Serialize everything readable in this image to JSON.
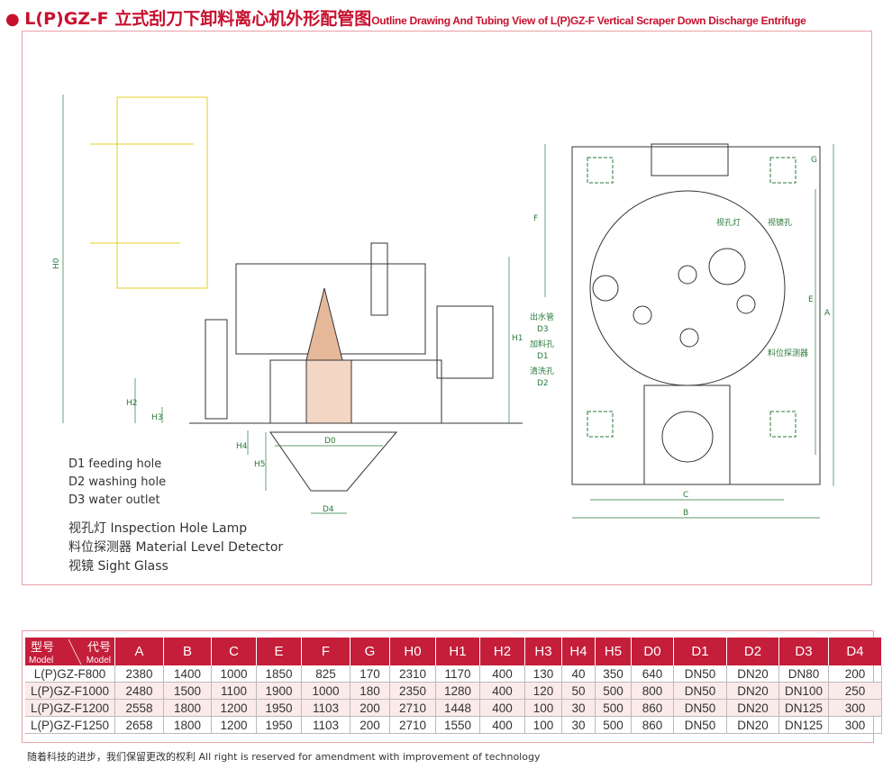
{
  "title": {
    "cn": "L(P)GZ-F 立式刮刀下卸料离心机外形配管图",
    "en": "Outline Drawing And Tubing View of L(P)GZ-F Vertical Scraper Down Discharge Entrifuge"
  },
  "drawing": {
    "dims": {
      "H0": "H0",
      "H1": "H1",
      "H2": "H2",
      "H3": "H3",
      "H4": "H4",
      "H5": "H5",
      "D0": "D0",
      "D4": "D4",
      "F": "F",
      "G": "G",
      "E": "E",
      "A": "A",
      "C": "C",
      "B": "B"
    },
    "callouts": {
      "lamp": "视孔灯",
      "sight": "视镜孔",
      "d3a": "出水管",
      "d3b": "D3",
      "d1a": "加料孔",
      "d1b": "D1",
      "d2a": "清洗孔",
      "d2b": "D2",
      "level": "料位探测器"
    }
  },
  "legend": [
    "D1 feeding hole",
    "D2 washing hole",
    "D3 water outlet",
    "视孔灯  Inspection Hole Lamp",
    "料位探测器  Material Level Detector",
    "视镜  Sight Glass"
  ],
  "table": {
    "model_cn": "型号",
    "code_cn": "代号",
    "model_en": "Model",
    "code_en": "Model",
    "headers": [
      "A",
      "B",
      "C",
      "E",
      "F",
      "G",
      "H0",
      "H1",
      "H2",
      "H3",
      "H4",
      "H5",
      "D0",
      "D1",
      "D2",
      "D3",
      "D4"
    ],
    "rows": [
      [
        "L(P)GZ-F800",
        "2380",
        "1400",
        "1000",
        "1850",
        "825",
        "170",
        "2310",
        "1170",
        "400",
        "130",
        "40",
        "350",
        "640",
        "DN50",
        "DN20",
        "DN80",
        "200"
      ],
      [
        "L(P)GZ-F1000",
        "2480",
        "1500",
        "1100",
        "1900",
        "1000",
        "180",
        "2350",
        "1280",
        "400",
        "120",
        "50",
        "500",
        "800",
        "DN50",
        "DN20",
        "DN100",
        "250"
      ],
      [
        "L(P)GZ-F1200",
        "2558",
        "1800",
        "1200",
        "1950",
        "1103",
        "200",
        "2710",
        "1448",
        "400",
        "100",
        "30",
        "500",
        "860",
        "DN50",
        "DN20",
        "DN125",
        "300"
      ],
      [
        "L(P)GZ-F1250",
        "2658",
        "1800",
        "1200",
        "1950",
        "1103",
        "200",
        "2710",
        "1550",
        "400",
        "100",
        "30",
        "500",
        "860",
        "DN50",
        "DN20",
        "DN125",
        "300"
      ]
    ]
  },
  "footer": "随着科技的进步，我们保留更改的权利    All right is reserved for amendment with improvement of technology"
}
